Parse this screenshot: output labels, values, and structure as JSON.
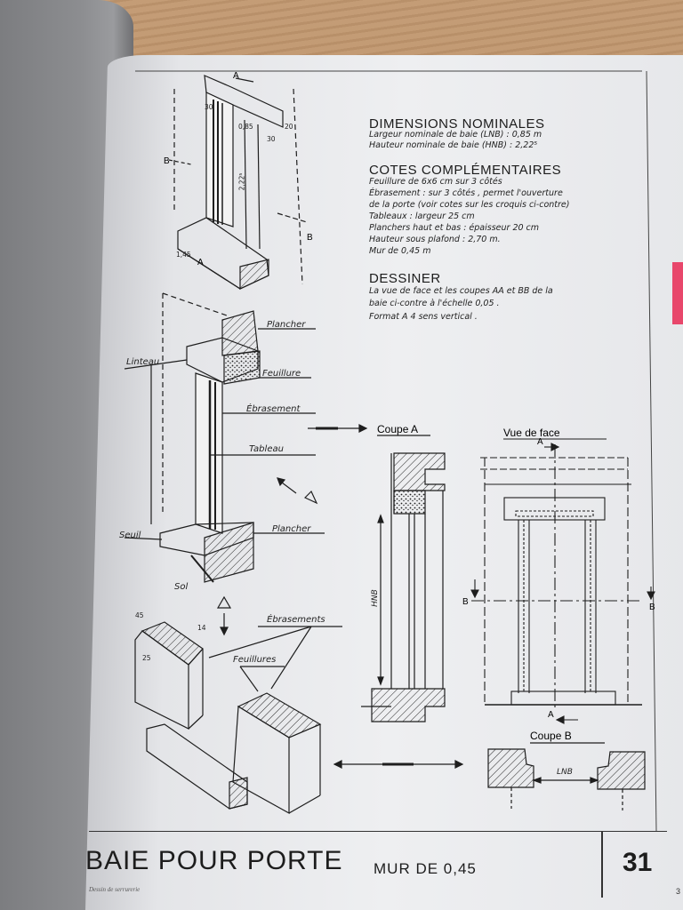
{
  "dimensions": {
    "heading": "DIMENSIONS NOMINALES",
    "lines": [
      "Largeur nominale de baie (LNB) : 0,85 m",
      "Hauteur nominale de baie (HNB) : 2,22⁵"
    ]
  },
  "complementary": {
    "heading": "COTES COMPLÉMENTAIRES",
    "lines": [
      "Feuillure de 6x6 cm sur 3 côtés",
      "Ébrasement : sur 3 côtés , permet l'ouverture",
      "de la porte (voir cotes sur les croquis ci-contre)",
      "Tableaux : largeur 25 cm",
      "Planchers haut et bas : épaisseur 20 cm",
      "Hauteur sous plafond : 2,70 m.",
      "Mur de 0,45 m"
    ]
  },
  "draw": {
    "heading": "DESSINER",
    "lines": [
      "La vue de face et les coupes AA et BB de la",
      "baie ci-contre à l'échelle 0,05 .",
      "Format A 4 sens vertical ."
    ]
  },
  "labels": {
    "plancher_top": "Plancher",
    "linteau": "Linteau",
    "feuillure": "Feuillure",
    "ebrasement": "Ébrasement",
    "tableau": "Tableau",
    "seuil": "Seuil",
    "plancher_bottom": "Plancher",
    "sol": "Sol",
    "ebrasements": "Ébrasements",
    "feuillures": "Feuillures",
    "coupe_a": "Coupe A",
    "vue_de_face": "Vue de face",
    "coupe_b": "Coupe B",
    "hnb": "HNB",
    "lnb": "LNB",
    "a": "A",
    "b": "B"
  },
  "dims_small": {
    "d30": "30",
    "d20": "20",
    "d085": "0,85",
    "d30b": "30",
    "d225": "2,22⁵",
    "d145": "1,45",
    "d45": "45",
    "d25": "25",
    "d14": "14"
  },
  "footer": {
    "title": "BAIE POUR PORTE",
    "subtitle": "MUR DE 0,45",
    "page_number": "31",
    "credit": "Dessin de serrurerie",
    "corner": "3"
  }
}
